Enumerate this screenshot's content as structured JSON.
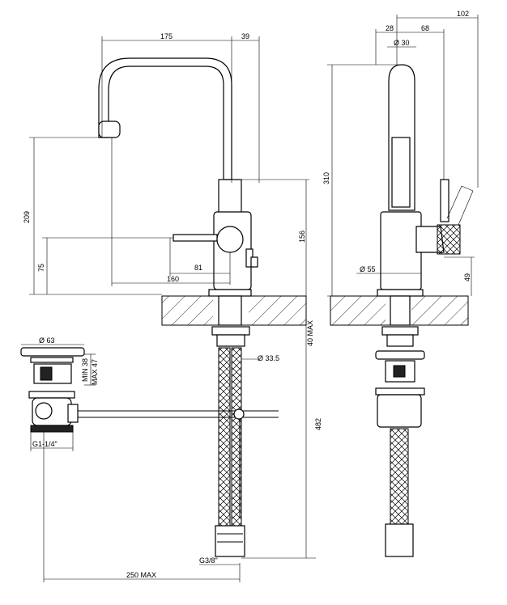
{
  "dimensions": {
    "d175": "175",
    "d39": "39",
    "d209": "209",
    "d75": "75",
    "d81": "81",
    "d160": "160",
    "d156": "156",
    "d40max": "40 MAX",
    "d33_5": "Ø 33.5",
    "d482": "482",
    "d250max": "250 MAX",
    "g38": "G3/8\"",
    "d63": "Ø 63",
    "min38": "MIN 38",
    "max47": "MAX 47",
    "g114": "G1-1/4\"",
    "d102": "102",
    "d28": "28",
    "d68": "68",
    "d30": "Ø 30",
    "d310": "310",
    "d55": "Ø 55",
    "d49": "49"
  },
  "colors": {
    "line": "#000000",
    "hatch": "#000000",
    "background": "#ffffff"
  }
}
